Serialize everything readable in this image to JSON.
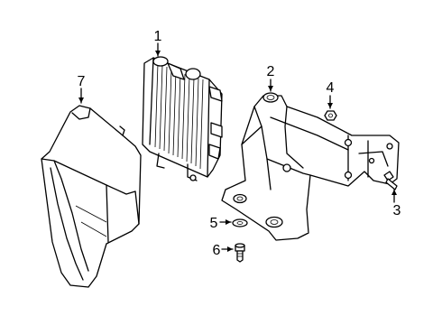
{
  "callouts": [
    {
      "id": "1",
      "text": "1"
    },
    {
      "id": "2",
      "text": "2"
    },
    {
      "id": "3",
      "text": "3"
    },
    {
      "id": "4",
      "text": "4"
    },
    {
      "id": "5",
      "text": "5"
    },
    {
      "id": "6",
      "text": "6"
    },
    {
      "id": "7",
      "text": "7"
    }
  ],
  "parts": [
    {
      "callout": "1",
      "icon": "radiator-icon"
    },
    {
      "callout": "2",
      "icon": "mounting-bracket-icon"
    },
    {
      "callout": "3",
      "icon": "bolt-icon"
    },
    {
      "callout": "4",
      "icon": "nut-icon"
    },
    {
      "callout": "5",
      "icon": "washer-icon"
    },
    {
      "callout": "6",
      "icon": "screw-icon"
    },
    {
      "callout": "7",
      "icon": "air-duct-icon"
    }
  ]
}
